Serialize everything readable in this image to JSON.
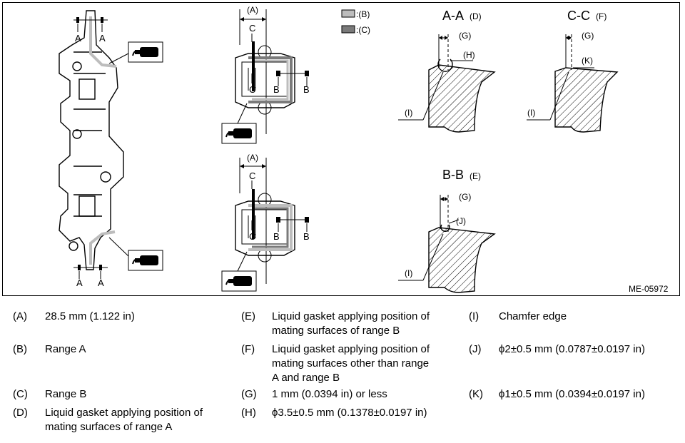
{
  "figure": {
    "code": "ME-05972",
    "sections": {
      "aa": "A-A",
      "aa_ref": "(D)",
      "cc": "C-C",
      "cc_ref": "(F)",
      "bb": "B-B",
      "bb_ref": "(E)"
    },
    "swatches": {
      "b_label": ":(B)",
      "b_color": "#bdbdbd",
      "c_label": ":(C)",
      "c_color": "#7a7a7a"
    },
    "dims": {
      "a": "(A)",
      "g": "(G)",
      "h": "(H)",
      "i": "(I)",
      "j": "(J)",
      "k": "(K)",
      "letter_a": "A",
      "letter_b": "B",
      "letter_c": "C"
    }
  },
  "legend": [
    {
      "code": "(A)",
      "lines": [
        "28.5 mm (1.122 in)"
      ]
    },
    {
      "code": "(B)",
      "lines": [
        "Range A"
      ]
    },
    {
      "code": "(C)",
      "lines": [
        "Range B"
      ]
    },
    {
      "code": "(D)",
      "lines": [
        "Liquid gasket applying position of",
        "mating surfaces of range A"
      ]
    },
    {
      "code": "(E)",
      "lines": [
        "Liquid gasket applying position of",
        "mating surfaces of range B"
      ]
    },
    {
      "code": "(F)",
      "lines": [
        "Liquid gasket applying position of",
        "mating surfaces other than range",
        "A and range B"
      ]
    },
    {
      "code": "(G)",
      "lines": [
        "1 mm (0.0394 in) or less"
      ]
    },
    {
      "code": "(H)",
      "lines": [
        "ϕ3.5±0.5 mm (0.1378±0.0197 in)"
      ]
    },
    {
      "code": "(I)",
      "lines": [
        "Chamfer edge"
      ]
    },
    {
      "code": "(J)",
      "lines": [
        "ϕ2±0.5 mm (0.0787±0.0197 in)"
      ]
    },
    {
      "code": "(K)",
      "lines": [
        "ϕ1±0.5 mm (0.0394±0.0197 in)"
      ]
    }
  ]
}
